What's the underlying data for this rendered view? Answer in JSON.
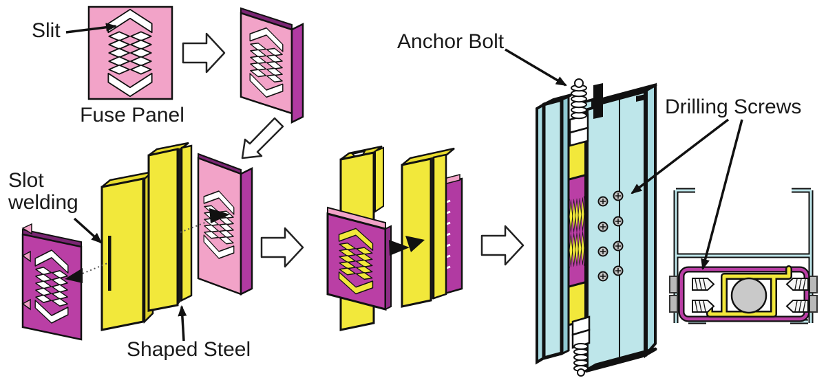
{
  "diagram": {
    "labels": {
      "slit": "Slit",
      "fuse_panel": "Fuse Panel",
      "slot_welding": {
        "line1": "Slot",
        "line2": "welding"
      },
      "shaped_steel": "Shaped Steel",
      "anchor_bolt": "Anchor Bolt",
      "drilling_screws": "Drilling Screws"
    },
    "colors": {
      "panel_pink": "#F2A3C8",
      "panel_magenta": "#BA3FA5",
      "magenta_dark": "#8E2E86",
      "flange_purple": "#B13AA2",
      "top_band_purple": "#7A2573",
      "steel_yellow": "#F2E83B",
      "steel_yellow_side": "#DCCF2C",
      "stud_cyan": "#BEE6EA",
      "stud_cyan_side": "#A9DBE2",
      "bolt_gray": "#C9C9C9",
      "outline": "#1A1A1A"
    }
  }
}
